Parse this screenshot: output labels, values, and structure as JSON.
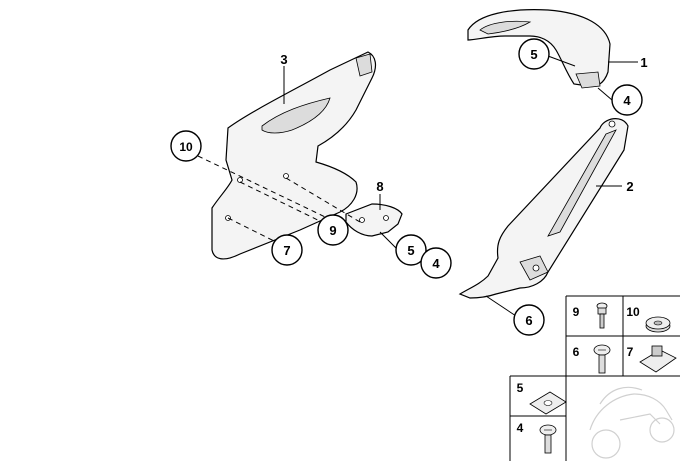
{
  "callouts": {
    "c1": "1",
    "c2": "2",
    "c3": "3",
    "c4_top": "4",
    "c5_top": "5",
    "c6": "6",
    "c7": "7",
    "c8": "8",
    "c9": "9",
    "c10": "10",
    "c5_mid": "5",
    "c4_mid": "4"
  },
  "parts_table": {
    "cells": [
      "9",
      "10",
      "6",
      "7",
      "5",
      "4"
    ]
  }
}
